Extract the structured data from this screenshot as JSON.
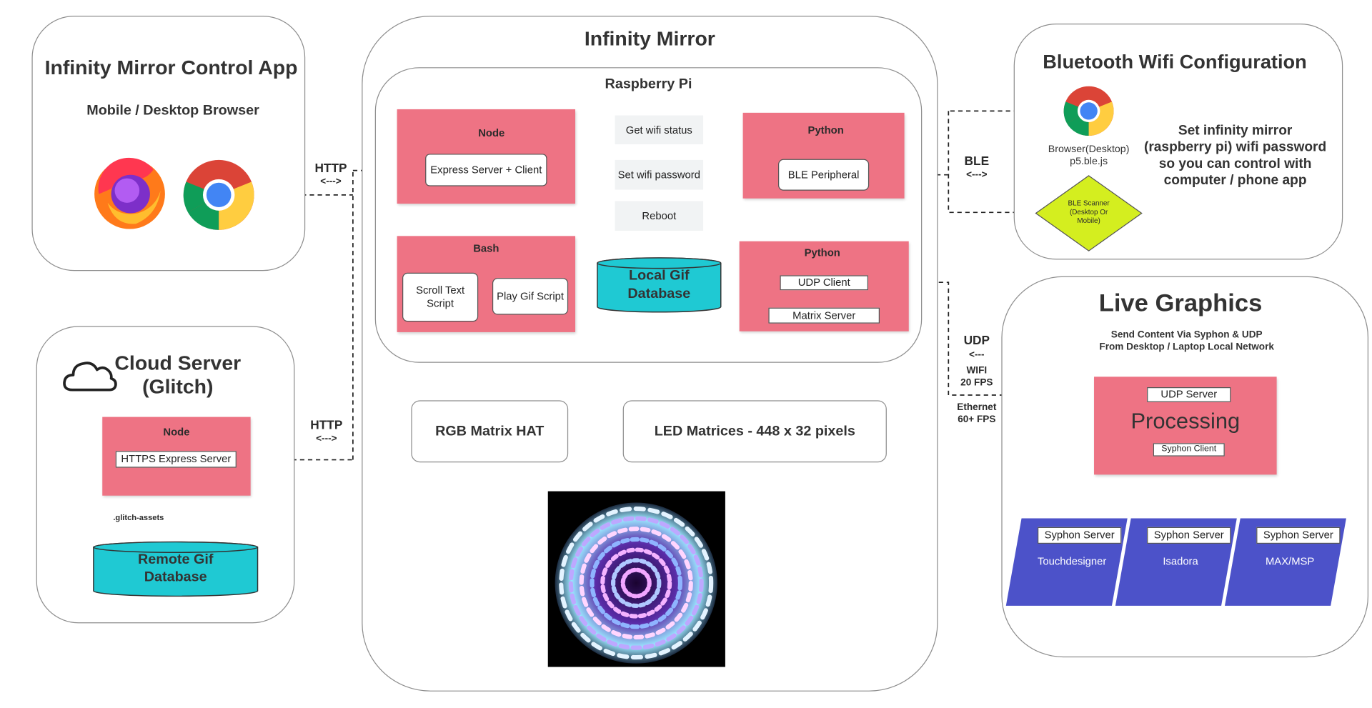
{
  "control_app": {
    "title": "Infinity Mirror Control App",
    "subtitle": "Mobile / Desktop Browser"
  },
  "cloud": {
    "title_line1": "Cloud Server",
    "title_line2": "(Glitch)",
    "node_label": "Node",
    "https_server": "HTTPS Express Server",
    "assets_label": ".glitch-assets",
    "db_line1": "Remote Gif",
    "db_line2": "Database"
  },
  "connections": {
    "http_top_label": "HTTP",
    "http_top_arrow": "<--->",
    "http_bottom_label": "HTTP",
    "http_bottom_arrow": "<--->",
    "ble_label": "BLE",
    "ble_arrow": "<--->",
    "udp_label": "UDP",
    "udp_arrow": "<---",
    "wifi_line1": "WIFI",
    "wifi_line2": "20 FPS",
    "eth_line1": "Ethernet",
    "eth_line2": "60+ FPS"
  },
  "mirror": {
    "title": "Infinity Mirror",
    "pi_title": "Raspberry Pi",
    "node_label": "Node",
    "express": "Express Server + Client",
    "bash_label": "Bash",
    "scroll_line1": "Scroll Text",
    "scroll_line2": "Script",
    "play_gif": "Play Gif Script",
    "local_db_line1": "Local Gif",
    "local_db_line2": "Database",
    "get_wifi": "Get wifi status",
    "set_wifi": "Set wifi password",
    "reboot": "Reboot",
    "python1_label": "Python",
    "ble_peripheral": "BLE Peripheral",
    "python2_label": "Python",
    "udp_client": "UDP Client",
    "matrix_server": "Matrix Server",
    "rgb_hat": "RGB Matrix HAT",
    "led": "LED Matrices - 448 x 32 pixels"
  },
  "bluetooth": {
    "title": "Bluetooth Wifi Configuration",
    "browser_line1": "Browser(Desktop)",
    "browser_line2": "p5.ble.js",
    "scanner_line1": "BLE Scanner",
    "scanner_line2": "(Desktop Or",
    "scanner_line3": "Mobile)",
    "desc_line1": "Set infinity mirror",
    "desc_line2": "(raspberry pi) wifi password",
    "desc_line3": "so you can control with",
    "desc_line4": "computer / phone app"
  },
  "live": {
    "title": "Live Graphics",
    "sub_line1": "Send Content Via Syphon & UDP",
    "sub_line2": "From Desktop / Laptop Local Network",
    "udp_server": "UDP Server",
    "processing": "Processing",
    "syphon_client": "Syphon Client",
    "sources": [
      {
        "server": "Syphon Server",
        "name": "Touchdesigner"
      },
      {
        "server": "Syphon Server",
        "name": "Isadora"
      },
      {
        "server": "Syphon Server",
        "name": "MAX/MSP"
      }
    ]
  },
  "colors": {
    "pink": "#ee7384",
    "teal": "#1fc9d3",
    "blue": "#4c52c9",
    "lime": "#d4ee1f"
  }
}
